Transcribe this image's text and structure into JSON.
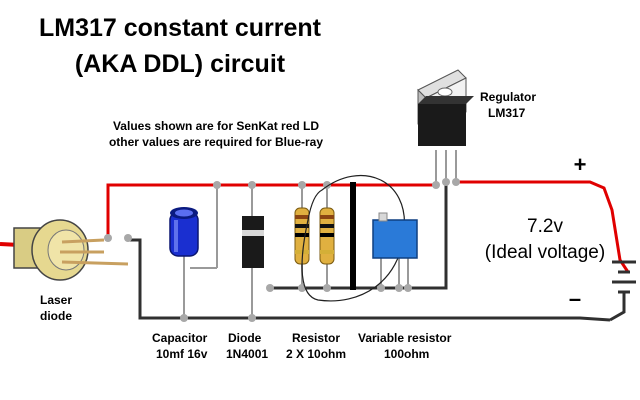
{
  "title": {
    "line1": "LM317 constant current",
    "line2": "(AKA DDL) circuit"
  },
  "note": {
    "line1": "Values shown are for SenKat red LD",
    "line2": "other values are required for Blue-ray"
  },
  "regulator": {
    "line1": "Regulator",
    "line2": "LM317"
  },
  "supply": {
    "voltage": "7.2v",
    "caption": "(Ideal voltage)",
    "plus": "+",
    "minus": "–"
  },
  "laser": {
    "line1": "Laser",
    "line2": "diode"
  },
  "components": {
    "capacitor": {
      "name": "Capacitor",
      "value": "10mf 16v"
    },
    "diode": {
      "name": "Diode",
      "value": "1N4001"
    },
    "resistor": {
      "name": "Resistor",
      "value": "2 X 10ohm"
    },
    "variable_resistor": {
      "name": "Variable resistor",
      "value": "100ohm"
    }
  },
  "colors": {
    "positive_wire": "#e00000",
    "negative_wire": "#303030",
    "capacitor": "#1a2fd0",
    "laser_brass": "#e6d890",
    "variable_resistor": "#2a7ad8",
    "resistor_body": "#e0b040"
  }
}
